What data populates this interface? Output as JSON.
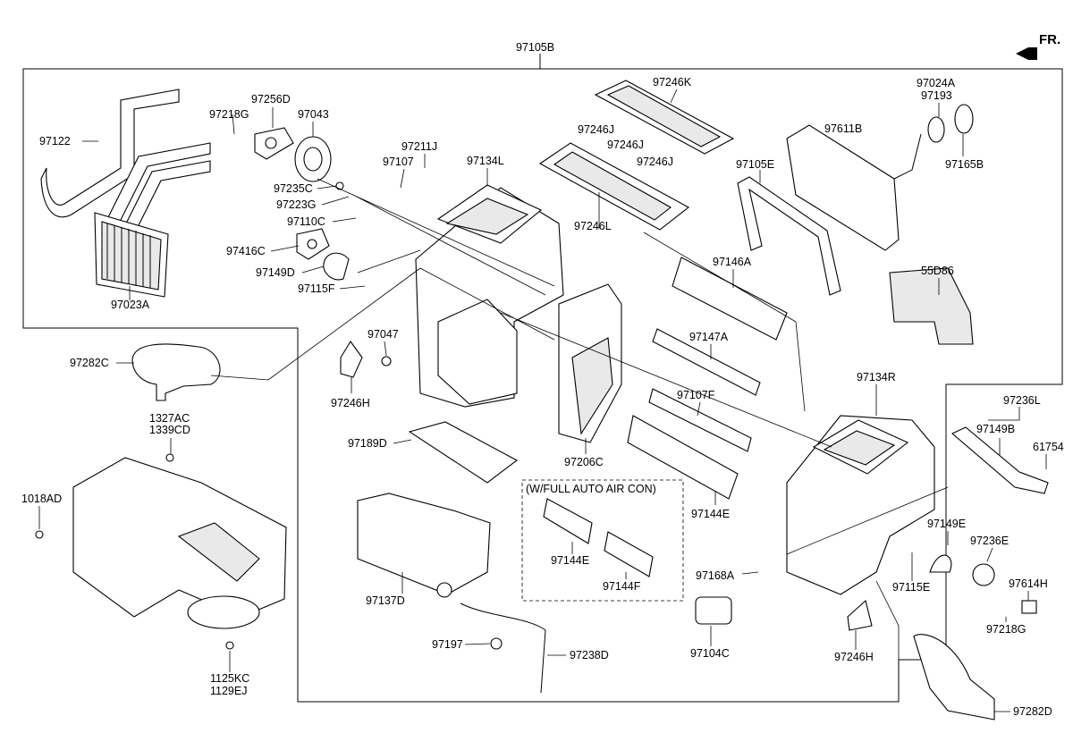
{
  "diagram": {
    "orientation_label": "FR.",
    "note_box_label": "(W/FULL AUTO AIR CON)",
    "parts": [
      {
        "id": "p-97105B",
        "label": "97105B"
      },
      {
        "id": "p-97122",
        "label": "97122"
      },
      {
        "id": "p-97218G-top",
        "label": "97218G"
      },
      {
        "id": "p-97256D",
        "label": "97256D"
      },
      {
        "id": "p-97043",
        "label": "97043"
      },
      {
        "id": "p-97023A",
        "label": "97023A"
      },
      {
        "id": "p-97235C",
        "label": "97235C"
      },
      {
        "id": "p-97223G",
        "label": "97223G"
      },
      {
        "id": "p-97110C",
        "label": "97110C"
      },
      {
        "id": "p-97416C",
        "label": "97416C"
      },
      {
        "id": "p-97149D",
        "label": "97149D"
      },
      {
        "id": "p-97115F",
        "label": "97115F"
      },
      {
        "id": "p-97211J",
        "label": "97211J"
      },
      {
        "id": "p-97107",
        "label": "97107"
      },
      {
        "id": "p-97134L",
        "label": "97134L"
      },
      {
        "id": "p-97246K",
        "label": "97246K"
      },
      {
        "id": "p-97246J-1",
        "label": "97246J"
      },
      {
        "id": "p-97246J-2",
        "label": "97246J"
      },
      {
        "id": "p-97246J-3",
        "label": "97246J"
      },
      {
        "id": "p-97246L",
        "label": "97246L"
      },
      {
        "id": "p-97024A",
        "label": "97024A"
      },
      {
        "id": "p-97193",
        "label": "97193"
      },
      {
        "id": "p-97611B",
        "label": "97611B"
      },
      {
        "id": "p-97165B",
        "label": "97165B"
      },
      {
        "id": "p-97105E",
        "label": "97105E"
      },
      {
        "id": "p-97146A",
        "label": "97146A"
      },
      {
        "id": "p-55D86",
        "label": "55D86"
      },
      {
        "id": "p-97282C",
        "label": "97282C"
      },
      {
        "id": "p-97047",
        "label": "97047"
      },
      {
        "id": "p-97246H-left",
        "label": "97246H"
      },
      {
        "id": "p-97147A",
        "label": "97147A"
      },
      {
        "id": "p-97134R",
        "label": "97134R"
      },
      {
        "id": "p-97107F",
        "label": "97107F"
      },
      {
        "id": "p-97236L",
        "label": "97236L"
      },
      {
        "id": "p-97149B",
        "label": "97149B"
      },
      {
        "id": "p-61754",
        "label": "61754"
      },
      {
        "id": "p-1327AC",
        "label": "1327AC"
      },
      {
        "id": "p-1339CD",
        "label": "1339CD"
      },
      {
        "id": "p-97189D",
        "label": "97189D"
      },
      {
        "id": "p-97206C",
        "label": "97206C"
      },
      {
        "id": "p-97144E-right",
        "label": "97144E"
      },
      {
        "id": "p-1018AD",
        "label": "1018AD"
      },
      {
        "id": "p-97144E-box",
        "label": "97144E"
      },
      {
        "id": "p-97144F",
        "label": "97144F"
      },
      {
        "id": "p-97149E",
        "label": "97149E"
      },
      {
        "id": "p-97236E",
        "label": "97236E"
      },
      {
        "id": "p-97137D",
        "label": "97137D"
      },
      {
        "id": "p-97168A",
        "label": "97168A"
      },
      {
        "id": "p-97115E",
        "label": "97115E"
      },
      {
        "id": "p-97614H",
        "label": "97614H"
      },
      {
        "id": "p-97218G-bottom",
        "label": "97218G"
      },
      {
        "id": "p-97197",
        "label": "97197"
      },
      {
        "id": "p-97238D",
        "label": "97238D"
      },
      {
        "id": "p-97104C",
        "label": "97104C"
      },
      {
        "id": "p-97246H-right",
        "label": "97246H"
      },
      {
        "id": "p-1125KC",
        "label": "1125KC"
      },
      {
        "id": "p-1129EJ",
        "label": "1129EJ"
      },
      {
        "id": "p-97282D",
        "label": "97282D"
      }
    ]
  }
}
